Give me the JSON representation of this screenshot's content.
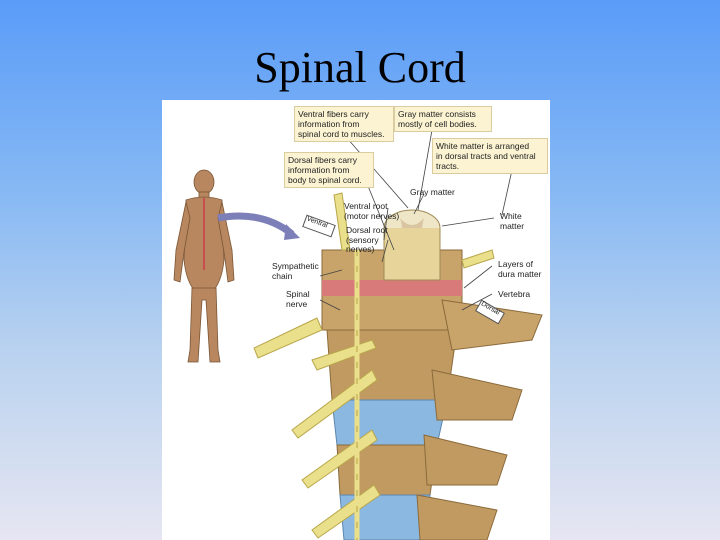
{
  "slide": {
    "title": "Spinal Cord"
  },
  "figure": {
    "callouts": {
      "ventral_fibers": "Ventral fibers carry\ninformation from\nspinal cord to muscles.",
      "gray_matter_info": "Gray matter consists\nmostly of cell bodies.",
      "white_matter_info": "White matter is arranged\nin dorsal tracts and ventral\ntracts.",
      "dorsal_fibers": "Dorsal fibers carry\ninformation from\nbody to spinal cord."
    },
    "labels": {
      "gray_matter": "Gray matter",
      "white_matter": "White\nmatter",
      "ventral_root": "Ventral root\n(motor nerves)",
      "dorsal_root": "Dorsal root\n(sensory\nnerves)",
      "sympathetic_chain": "Sympathetic\nchain",
      "spinal_nerve": "Spinal\nnerve",
      "dura_layers": "Layers of\ndura matter",
      "vertebra": "Vertebra",
      "ventral_tag": "Ventral",
      "dorsal_tag": "Dorsal"
    }
  },
  "colors": {
    "nerve": "#eadf8a",
    "bone": "#c8a46a",
    "disc": "#8ab8e0",
    "dura": "#d97a7a",
    "callout_bg": "#fbf3d2"
  }
}
